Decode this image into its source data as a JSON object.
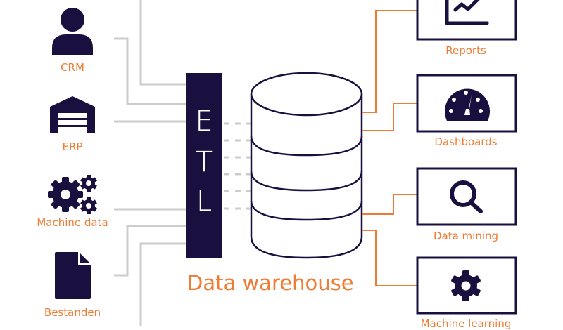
{
  "sources": [
    {
      "label": "CRM",
      "icon": "person-icon"
    },
    {
      "label": "ERP",
      "icon": "warehouse-icon"
    },
    {
      "label": "Machine data",
      "icon": "gears-icon"
    },
    {
      "label": "Bestanden",
      "icon": "file-icon"
    }
  ],
  "etl": {
    "letters": [
      "E",
      "T",
      "L"
    ]
  },
  "warehouse": {
    "label": "Data warehouse",
    "icon": "database-icon"
  },
  "outputs": [
    {
      "label": "Reports",
      "icon": "chart-icon"
    },
    {
      "label": "Dashboards",
      "icon": "gauge-icon"
    },
    {
      "label": "Data mining",
      "icon": "search-icon"
    },
    {
      "label": "Machine learning",
      "icon": "gear-icon"
    }
  ],
  "colors": {
    "navy": "#1a1040",
    "orange": "#f07c33",
    "gray": "#cccccc"
  }
}
